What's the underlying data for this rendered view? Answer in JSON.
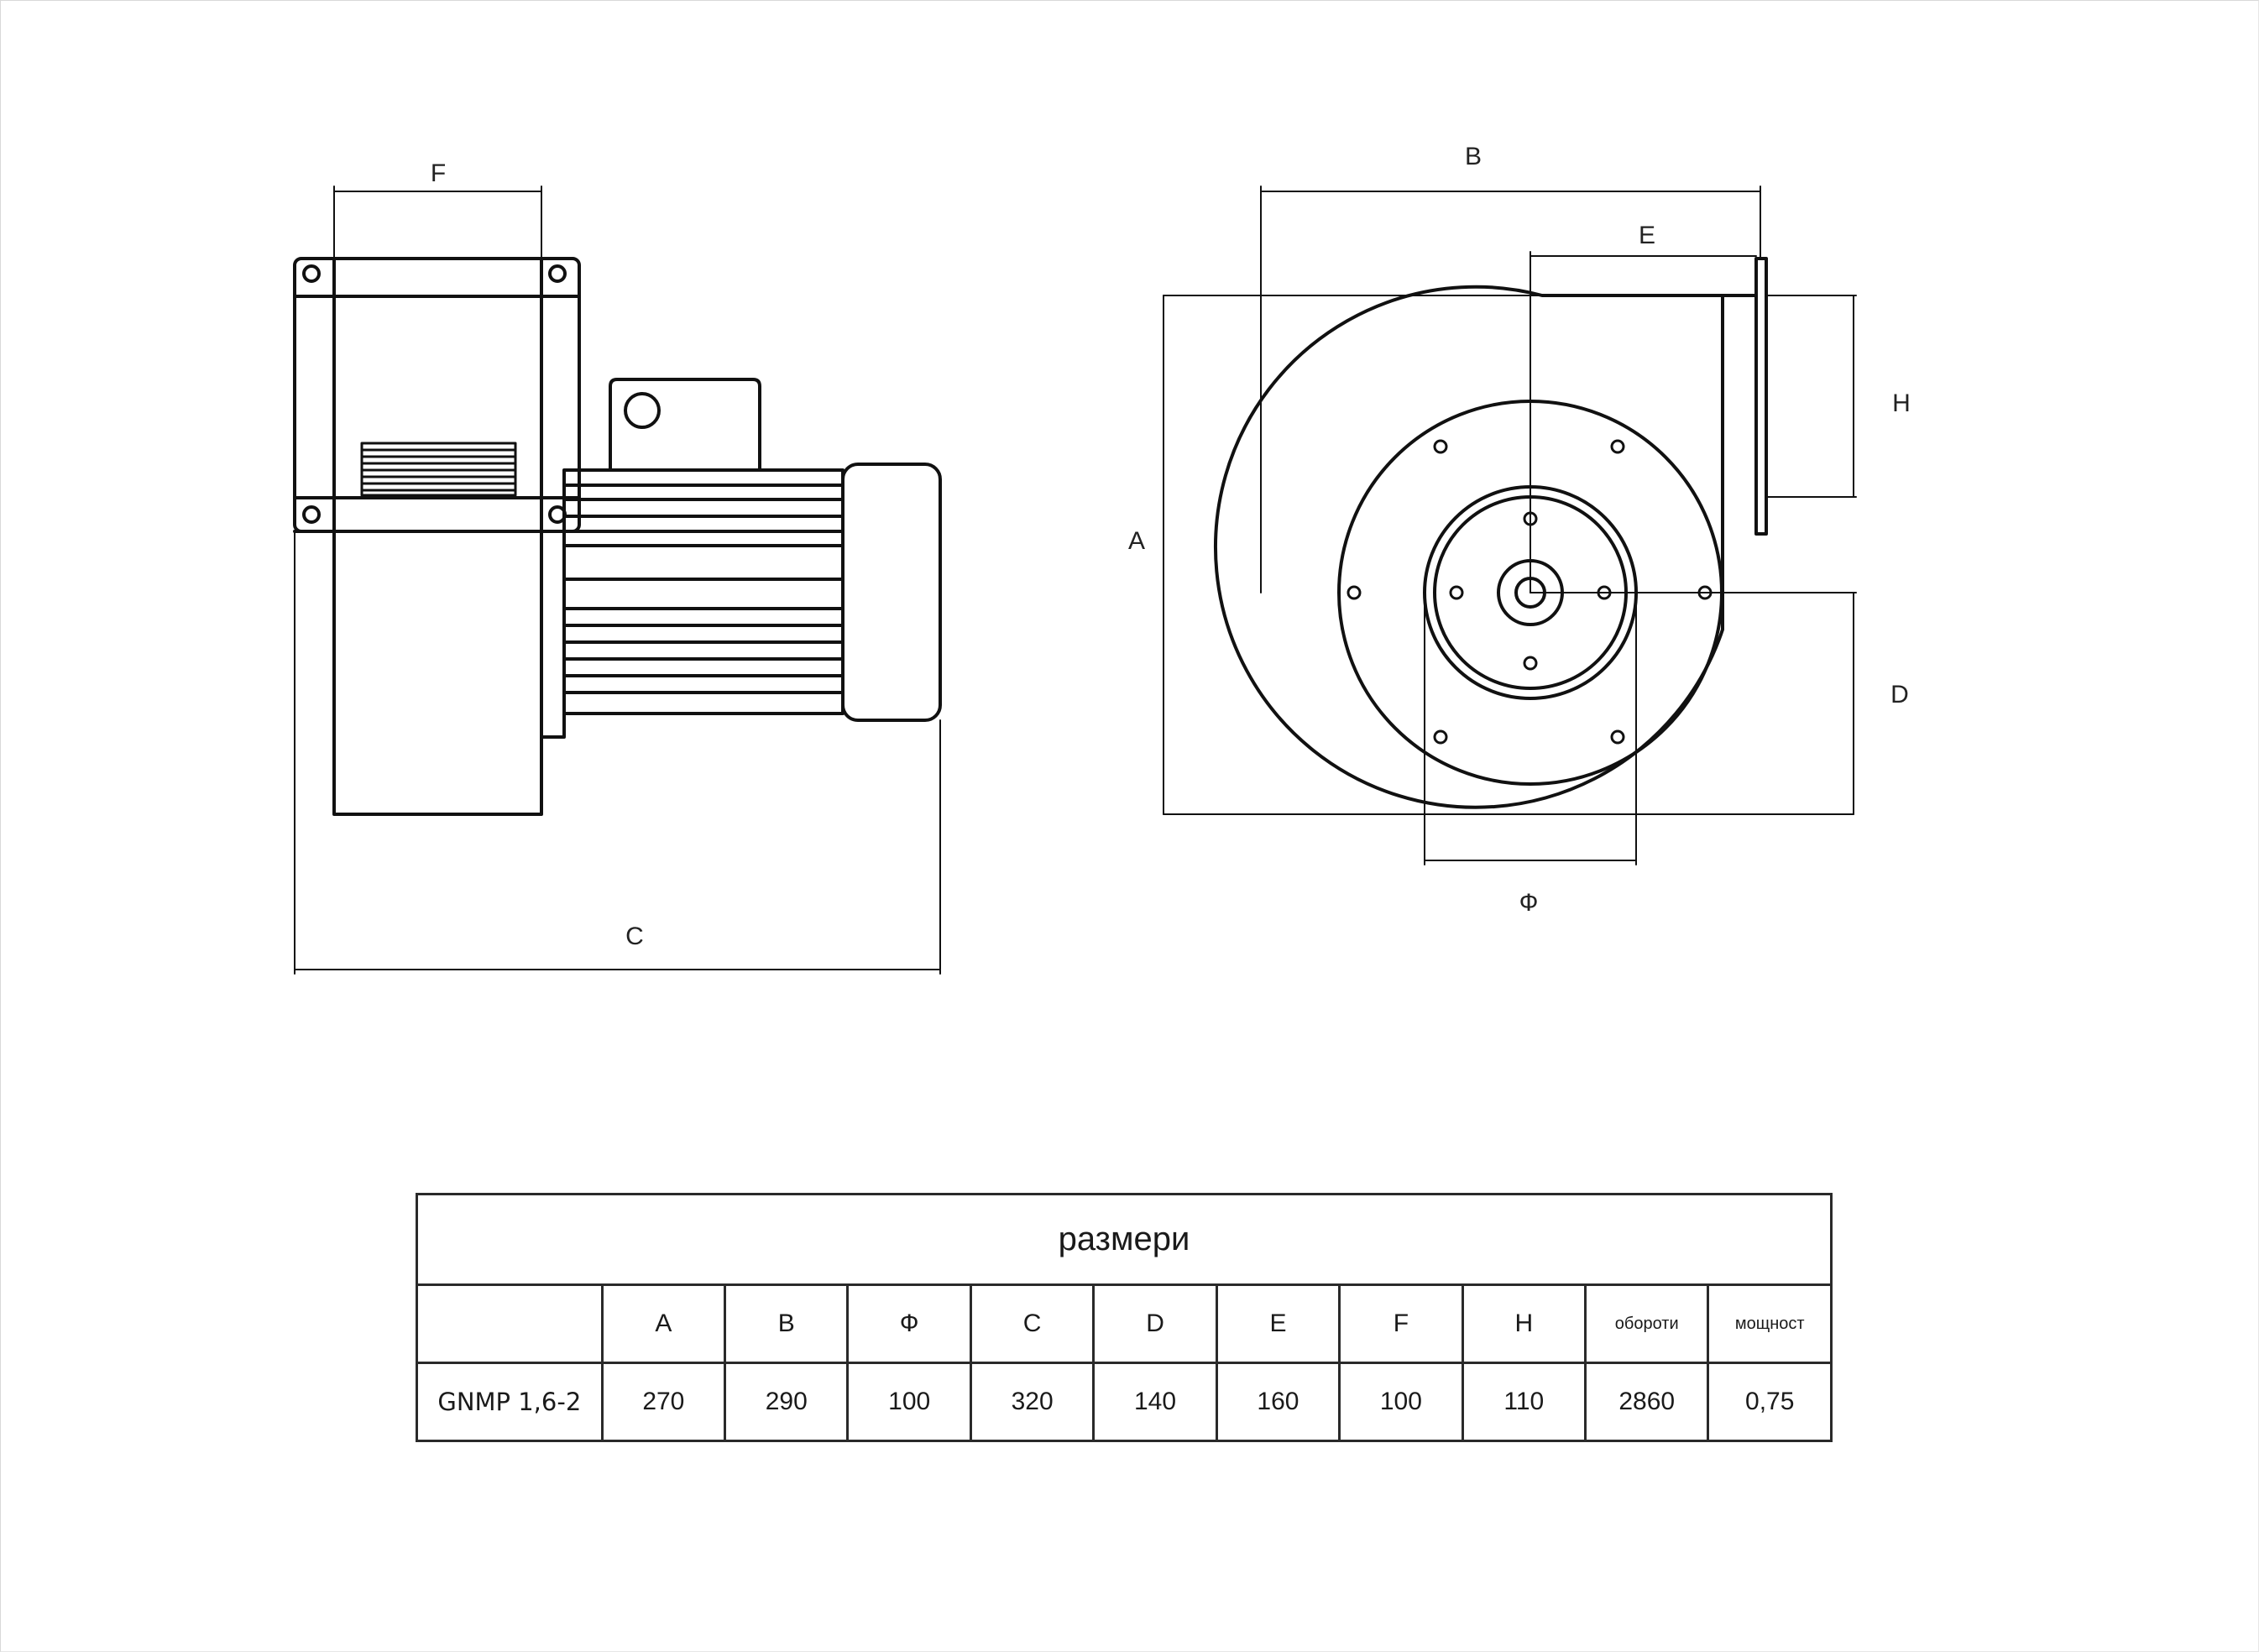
{
  "drawing": {
    "labels": {
      "F": "F",
      "C": "C",
      "B": "B",
      "E": "E",
      "A": "A",
      "H": "H",
      "D": "D",
      "phi": "Ф"
    }
  },
  "table": {
    "title": "размери",
    "headers": [
      "",
      "A",
      "B",
      "Ф",
      "C",
      "D",
      "E",
      "F",
      "H",
      "обороти",
      "мощност"
    ],
    "rows": [
      [
        "GNMP 1,6-2",
        "270",
        "290",
        "100",
        "320",
        "140",
        "160",
        "100",
        "110",
        "2860",
        "0,75"
      ]
    ]
  }
}
